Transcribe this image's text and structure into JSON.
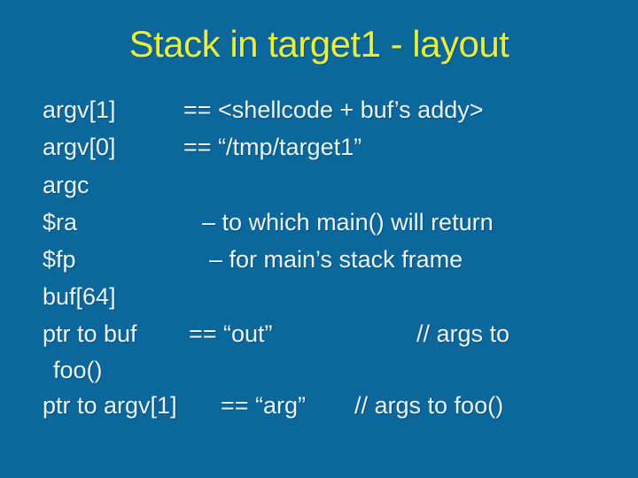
{
  "slide": {
    "title": "Stack in target1 - layout",
    "colors": {
      "background": "#0b679c",
      "title": "#e9ee3c",
      "body_text": "#eaf4f0"
    },
    "lines": [
      {
        "label": "argv[1]",
        "value": "== <shellcode + buf’s addy>"
      },
      {
        "label": "argv[0]",
        "value": "== “/tmp/target1”"
      },
      {
        "label": "argc",
        "value": ""
      },
      {
        "label": "$ra",
        "value": "– to which main() will return"
      },
      {
        "label": "$fp",
        "value": "– for main’s stack frame"
      },
      {
        "label": "buf[64]",
        "value": ""
      },
      {
        "label": "ptr to buf",
        "value": "== “out”",
        "comment": "// args to"
      },
      {
        "label": "foo()",
        "value": ""
      },
      {
        "label": "ptr to argv[1]",
        "value": "== “arg”",
        "comment": "// args to foo()"
      }
    ]
  }
}
